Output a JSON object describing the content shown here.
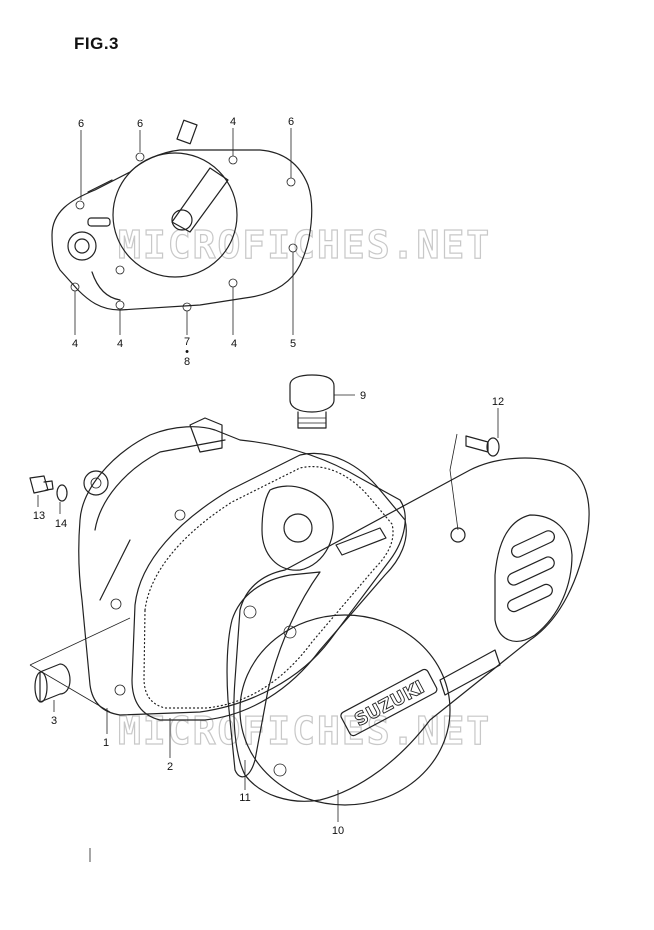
{
  "figure": {
    "title": "FIG.3"
  },
  "watermark": "MICROFICHES.NET",
  "callouts": [
    {
      "id": "c6a",
      "text": "6"
    },
    {
      "id": "c6b",
      "text": "6"
    },
    {
      "id": "c4a",
      "text": "4"
    },
    {
      "id": "c6c",
      "text": "6"
    },
    {
      "id": "c4b",
      "text": "4"
    },
    {
      "id": "c4c",
      "text": "4"
    },
    {
      "id": "c7",
      "text": "7"
    },
    {
      "id": "c7dot",
      "text": "•"
    },
    {
      "id": "c8",
      "text": "8"
    },
    {
      "id": "c4d",
      "text": "4"
    },
    {
      "id": "c5",
      "text": "5"
    },
    {
      "id": "c9",
      "text": "9"
    },
    {
      "id": "c12",
      "text": "12"
    },
    {
      "id": "c13",
      "text": "13"
    },
    {
      "id": "c14",
      "text": "14"
    },
    {
      "id": "c3",
      "text": "3"
    },
    {
      "id": "c1",
      "text": "1"
    },
    {
      "id": "c2",
      "text": "2"
    },
    {
      "id": "c11",
      "text": "11"
    },
    {
      "id": "c10",
      "text": "10"
    }
  ],
  "brand_badge": "SUZUKI"
}
